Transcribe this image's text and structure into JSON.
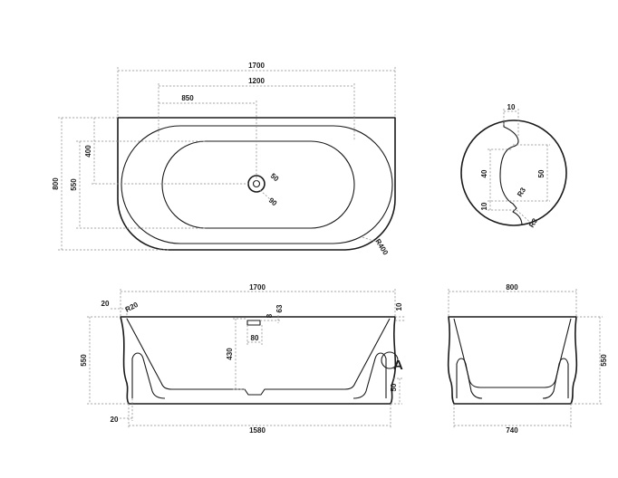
{
  "top_view": {
    "width_total": "1700",
    "width_inner": "1200",
    "width_half": "850",
    "depth_total": "800",
    "depth_inner": "550",
    "drain_offset": "400",
    "drain_diameter": "50",
    "drain_outer": "90",
    "radius": "R400"
  },
  "detail_a": {
    "top": "10",
    "left_height": "40",
    "right_height": "50",
    "lip": "10",
    "radius_inner": "R3",
    "radius_outer": "R3"
  },
  "side_view": {
    "width_total": "1700",
    "width_base": "1580",
    "height_total": "550",
    "inner_depth": "430",
    "rim_offset": "20",
    "base_offset": "20",
    "rim_radius": "R20",
    "rim_thickness": "10",
    "overflow_height": "63",
    "overflow_gap": "8",
    "overflow_width": "80",
    "base_height": "50",
    "detail_label": "A"
  },
  "end_view": {
    "width_total": "800",
    "width_base": "740",
    "height_total": "550"
  }
}
